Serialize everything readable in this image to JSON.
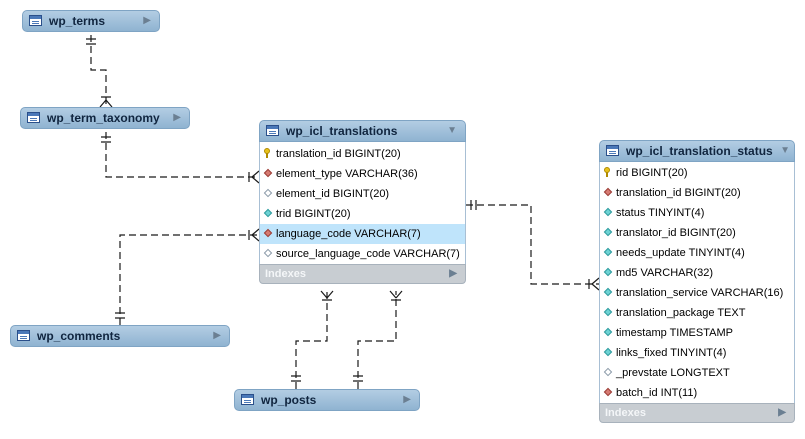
{
  "diagram": {
    "tables": {
      "wp_terms": {
        "name": "wp_terms",
        "collapsed": true
      },
      "wp_term_taxonomy": {
        "name": "wp_term_taxonomy",
        "collapsed": true
      },
      "wp_comments": {
        "name": "wp_comments",
        "collapsed": true
      },
      "wp_posts": {
        "name": "wp_posts",
        "collapsed": true
      },
      "wp_icl_translations": {
        "name": "wp_icl_translations",
        "columns": [
          {
            "label": "translation_id BIGINT(20)",
            "kind": "primary-key"
          },
          {
            "label": "element_type VARCHAR(36)",
            "kind": "foreign-key"
          },
          {
            "label": "element_id BIGINT(20)",
            "kind": "nullable"
          },
          {
            "label": "trid BIGINT(20)",
            "kind": "column"
          },
          {
            "label": "language_code VARCHAR(7)",
            "kind": "foreign-key",
            "selected": true
          },
          {
            "label": "source_language_code VARCHAR(7)",
            "kind": "nullable"
          }
        ],
        "indexes_label": "Indexes"
      },
      "wp_icl_translation_status": {
        "name": "wp_icl_translation_status",
        "columns": [
          {
            "label": "rid BIGINT(20)",
            "kind": "primary-key"
          },
          {
            "label": "translation_id BIGINT(20)",
            "kind": "foreign-key"
          },
          {
            "label": "status TINYINT(4)",
            "kind": "column"
          },
          {
            "label": "translator_id BIGINT(20)",
            "kind": "column"
          },
          {
            "label": "needs_update TINYINT(4)",
            "kind": "column"
          },
          {
            "label": "md5 VARCHAR(32)",
            "kind": "column"
          },
          {
            "label": "translation_service VARCHAR(16)",
            "kind": "column"
          },
          {
            "label": "translation_package TEXT",
            "kind": "column"
          },
          {
            "label": "timestamp TIMESTAMP",
            "kind": "column"
          },
          {
            "label": "links_fixed TINYINT(4)",
            "kind": "column"
          },
          {
            "label": "_prevstate LONGTEXT",
            "kind": "nullable"
          },
          {
            "label": "batch_id INT(11)",
            "kind": "foreign-key"
          }
        ],
        "indexes_label": "Indexes"
      }
    },
    "relationships": [
      {
        "from": "wp_terms",
        "to": "wp_term_taxonomy",
        "cardinality": "one-to-many"
      },
      {
        "from": "wp_term_taxonomy",
        "to": "wp_icl_translations",
        "cardinality": "one-to-many"
      },
      {
        "from": "wp_comments",
        "to": "wp_icl_translations",
        "cardinality": "one-to-many"
      },
      {
        "from": "wp_posts",
        "to": "wp_icl_translations",
        "cardinality": "one-to-many"
      },
      {
        "from": "wp_posts",
        "to": "wp_icl_translations",
        "cardinality": "one-to-many"
      },
      {
        "from": "wp_icl_translations",
        "to": "wp_icl_translation_status",
        "cardinality": "one-to-many"
      }
    ],
    "colors": {
      "header": "#9fc0dc",
      "primary_key": "#e8c21a",
      "foreign_key": "#d67a72",
      "column": "#6ed2d4",
      "selected_row": "#bfe4fb",
      "indexes_bar": "#c8cdd2"
    },
    "icons": {
      "table": "table-icon",
      "expand": "triangle-right-icon",
      "collapse": "triangle-down-icon"
    }
  }
}
